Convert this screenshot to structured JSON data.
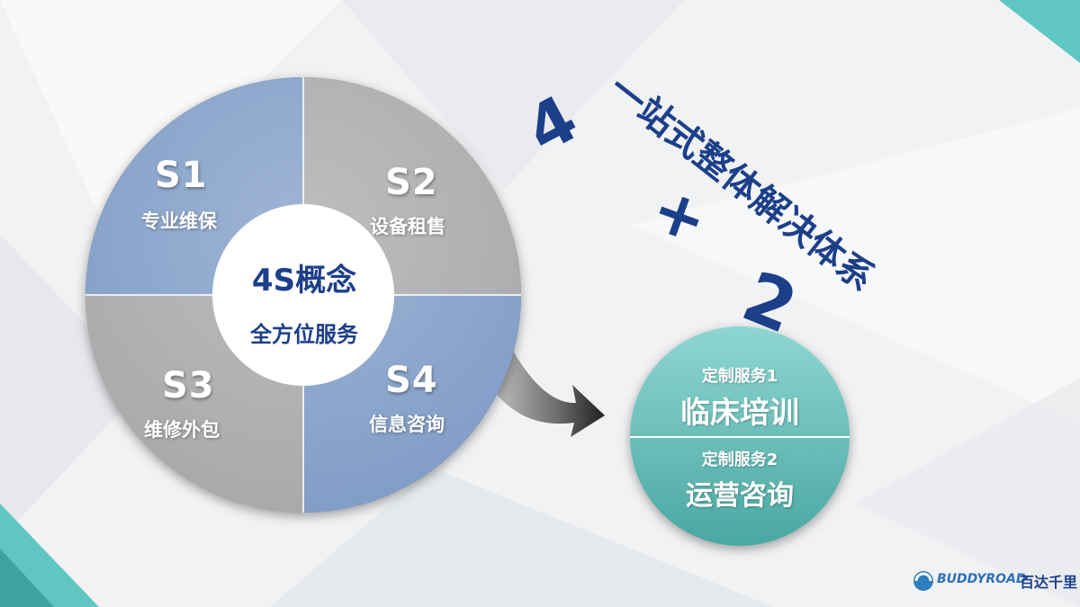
{
  "diagram": {
    "quadrants": [
      {
        "code": "S1",
        "label": "专业维保"
      },
      {
        "code": "S2",
        "label": "设备租售"
      },
      {
        "code": "S3",
        "label": "维修外包"
      },
      {
        "code": "S4",
        "label": "信息咨询"
      }
    ],
    "center": {
      "title": "4S概念",
      "subtitle": "全方位服务"
    },
    "headline": "一站式整体解决体系",
    "formula": {
      "left": "4",
      "operator": "+",
      "right": "2"
    },
    "custom_services": [
      {
        "label": "定制服务1",
        "name": "临床培训"
      },
      {
        "label": "定制服务2",
        "name": "运营咨询"
      }
    ]
  },
  "brand": {
    "name_en": "BUDDYROAD",
    "name_cn": "百达千里"
  },
  "colors": {
    "blue_quadrant": "#7f9cc6",
    "gray_quadrant": "#a7a8aa",
    "navy_text": "#1c3f8a",
    "teal": "#6cc2bd",
    "corner_teal": "#5fc6c1"
  }
}
